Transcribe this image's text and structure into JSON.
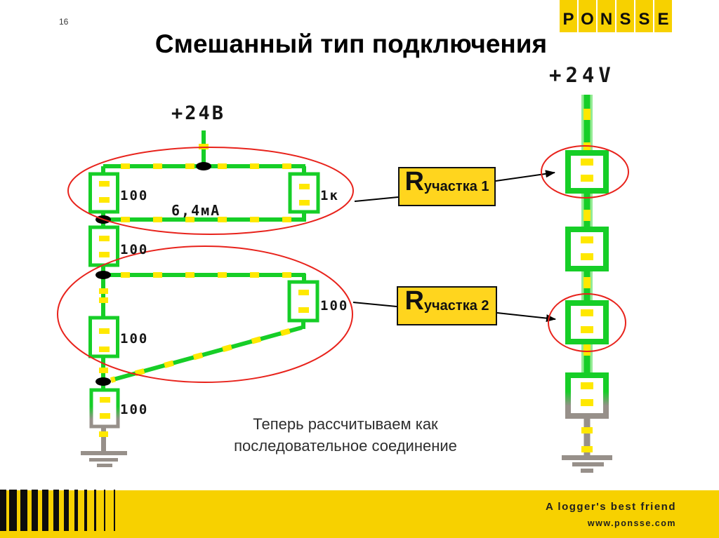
{
  "slide": {
    "number": "16",
    "title": "Смешанный тип подключения",
    "note_line1": "Теперь рассчитываем как",
    "note_line2": "последовательное соединение"
  },
  "logo": {
    "letters": [
      "P",
      "O",
      "N",
      "S",
      "S",
      "E"
    ]
  },
  "left_circuit": {
    "supply": "+24В",
    "current": "6,4мА",
    "labels": {
      "parallel1_left": "100",
      "parallel1_right": "1к",
      "series_mid": "100",
      "parallel2_right": "100",
      "parallel2_left": "100",
      "series_bottom": "100"
    }
  },
  "right_circuit": {
    "supply": "+24V"
  },
  "callouts": {
    "box1": {
      "symbol": "R",
      "subscript": "участка 1"
    },
    "box2": {
      "symbol": "R",
      "subscript": "участка 2"
    }
  },
  "footer": {
    "tagline": "A logger's best friend",
    "url": "www.ponsse.com"
  },
  "colors": {
    "brand_yellow": "#F7D100",
    "box_yellow": "#FFD51E",
    "dash_yellow": "#FFE800",
    "wire_green": "#16CE27",
    "halo_green": "#94EB94",
    "ellipse_red": "#E8231C",
    "metal_gray": "#97908A"
  }
}
